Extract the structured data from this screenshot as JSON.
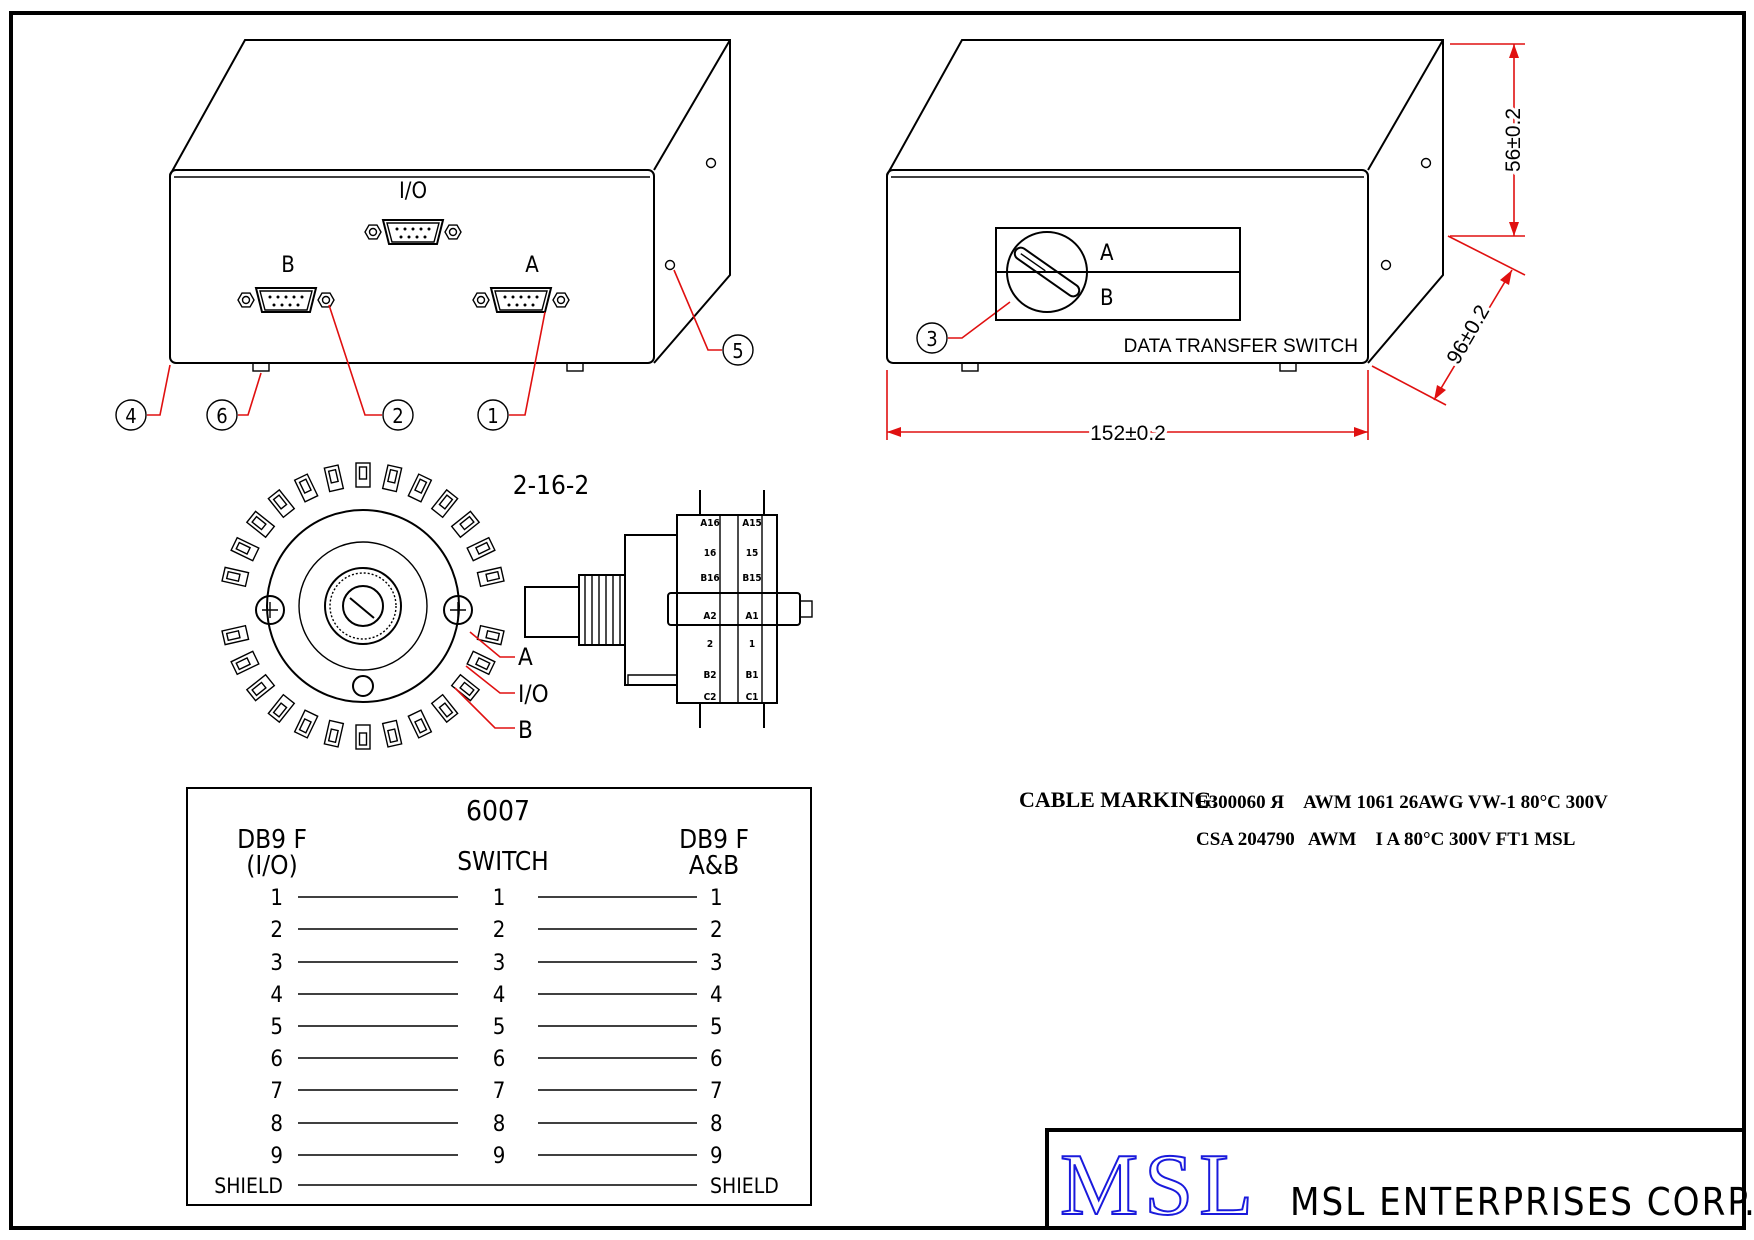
{
  "front_view": {
    "io_label": "I/O",
    "b_label": "B",
    "a_label": "A",
    "callouts": [
      "1",
      "2",
      "4",
      "5",
      "6"
    ]
  },
  "rear_view": {
    "switch_a": "A",
    "switch_b": "B",
    "plate_text": "DATA TRANSFER SWITCH",
    "callout": "3",
    "dim_height": "56±0.2",
    "dim_depth": "96±0.2",
    "dim_width": "152±0.2"
  },
  "rotary_switch": {
    "title": "2-16-2",
    "label_a": "A",
    "label_io": "I/O",
    "label_b": "B",
    "side_labels": [
      "A16",
      "A15",
      "16",
      "15",
      "B16",
      "B15",
      "A2",
      "A1",
      "2",
      "1",
      "B2",
      "B1",
      "C2",
      "C1"
    ]
  },
  "wiring_table": {
    "model": "6007",
    "left_header_1": "DB9  F",
    "left_header_2": "(I/O)",
    "middle_header": "SWITCH",
    "right_header_1": "DB9  F",
    "right_header_2": "A&B",
    "rows": [
      {
        "left": "1",
        "mid": "1",
        "right": "1"
      },
      {
        "left": "2",
        "mid": "2",
        "right": "2"
      },
      {
        "left": "3",
        "mid": "3",
        "right": "3"
      },
      {
        "left": "4",
        "mid": "4",
        "right": "4"
      },
      {
        "left": "5",
        "mid": "5",
        "right": "5"
      },
      {
        "left": "6",
        "mid": "6",
        "right": "6"
      },
      {
        "left": "7",
        "mid": "7",
        "right": "7"
      },
      {
        "left": "8",
        "mid": "8",
        "right": "8"
      },
      {
        "left": "9",
        "mid": "9",
        "right": "9"
      }
    ],
    "shield_left": "SHIELD",
    "shield_right": "SHIELD"
  },
  "cable_marking": {
    "label": "CABLE MARKING:",
    "line1": "E300060 Я    AWM 1061 26AWG VW-1 80°C 300V",
    "line2": "CSA 204790   AWM    I A 80°C 300V FT1 MSL"
  },
  "title_block": {
    "logo": "MSL",
    "company": "MSL ENTERPRISES CORP."
  },
  "colors": {
    "dimension": "#e01010",
    "logo": "#1a1adc"
  }
}
